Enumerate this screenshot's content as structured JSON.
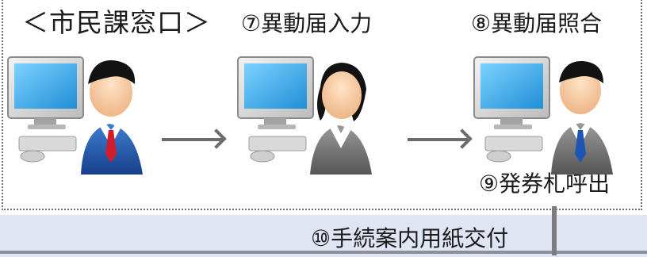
{
  "window_title": "",
  "sections": {
    "title": "＜市民課窓口＞",
    "step7": "⑦異動届入力",
    "step8": "⑧異動届照合",
    "step9": "⑨発券札呼出",
    "step10": "⑩手続案内用紙交付"
  },
  "colors": {
    "frame_border": "#6f6f6f",
    "band_fill": "#dfe5f3",
    "arrow": "#6c6c6c",
    "screen_blue": "#3aa7e5",
    "suit_blue": "#1f58b2",
    "suit_gray": "#6d6d6d"
  },
  "icons": {
    "station_left": "computer-with-blue-suit-person",
    "station_middle": "computer-with-gray-suit-woman",
    "station_right": "computer-with-gray-suit-man",
    "arrow_left": "right-arrow",
    "arrow_right": "right-arrow"
  }
}
